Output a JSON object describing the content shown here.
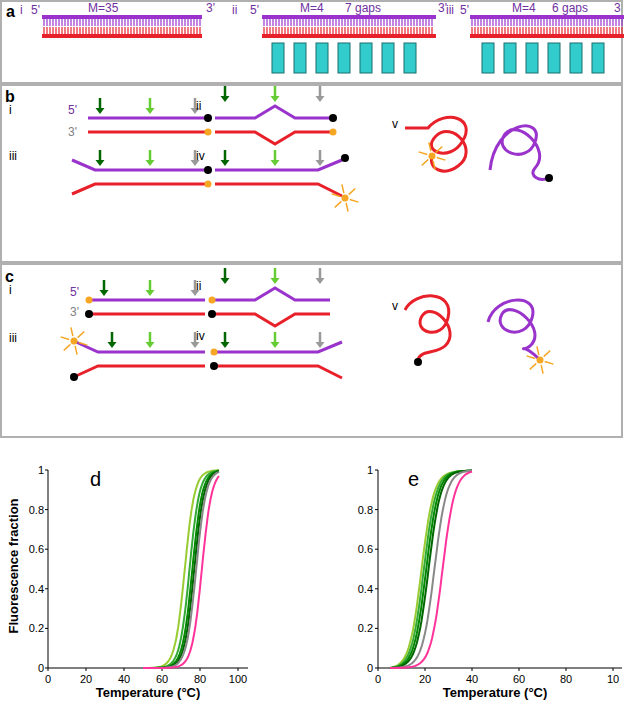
{
  "diagram": {
    "labels": [
      "a",
      "i",
      "5'",
      "M=35",
      "3'",
      "ii",
      "5'",
      "M=4",
      "7 gaps",
      "3'",
      "iii",
      "5'",
      "M=4",
      "6 gaps",
      "3",
      "b",
      "i",
      "5'",
      "3'",
      "ii",
      "iii",
      "iv",
      "v",
      "c",
      "i",
      "5'",
      "3'",
      "ii",
      "iii",
      "iv",
      "v",
      "Fluorescence fraction",
      "1",
      "0.8",
      "0.6",
      "0.4",
      "0.2",
      "0",
      "1",
      "0.8",
      "0.6",
      "0.4",
      "0.2",
      "0",
      "0",
      "20",
      "40",
      "60",
      "80",
      "100",
      "0",
      "20",
      "40",
      "60",
      "80",
      "10",
      "Temperature (°C)",
      "Temperature (°C)",
      "d",
      "e"
    ]
  }
}
